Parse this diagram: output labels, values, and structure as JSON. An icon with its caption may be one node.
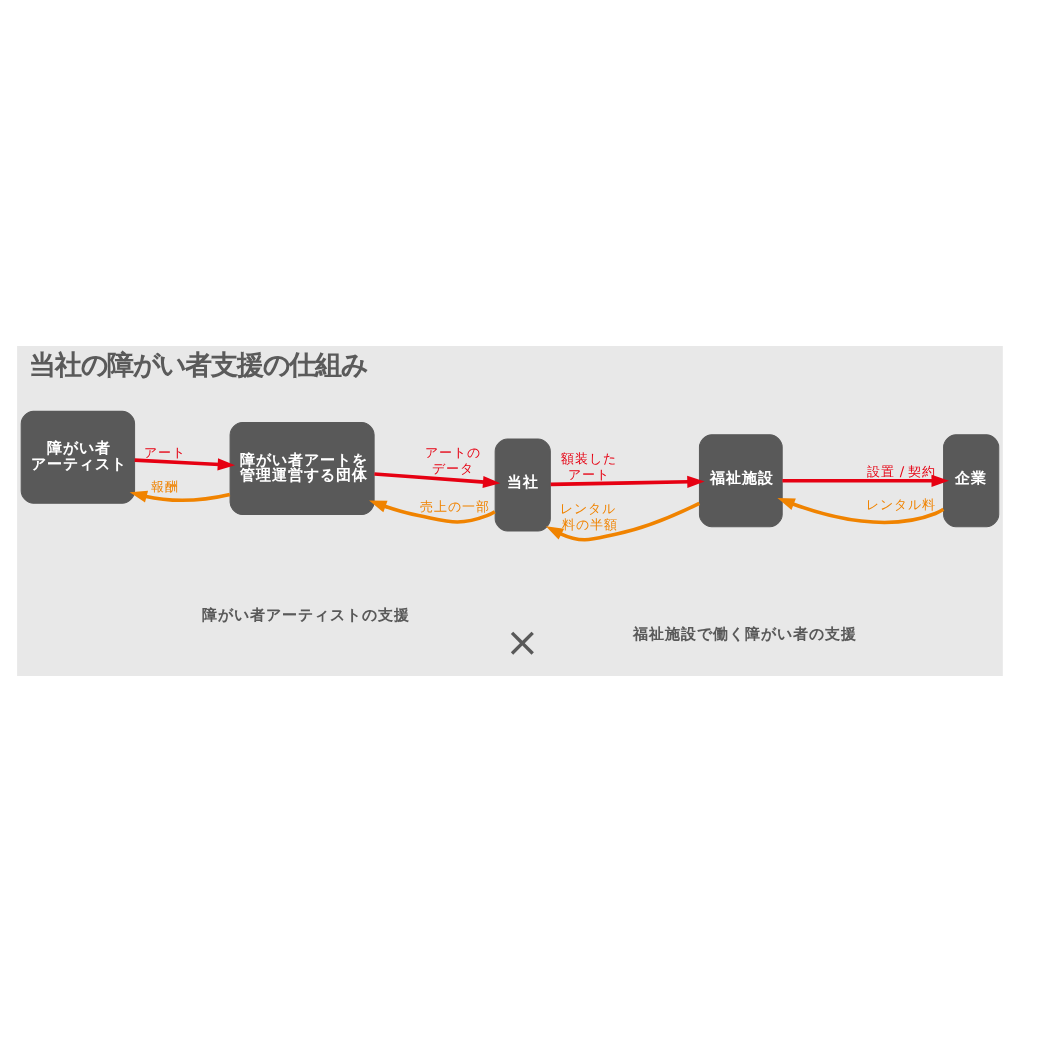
{
  "diagram": {
    "title": "当社の障がい者支援の仕組み",
    "nodes": [
      {
        "text": [
          "障がい者アーティスト"
        ]
      },
      {
        "text": [
          "障がい者アートを管理運営する団体"
        ]
      },
      {
        "text": [
          "当社"
        ]
      },
      {
        "text": [
          "福祉施設"
        ]
      },
      {
        "text": [
          "企業"
        ]
      }
    ],
    "edges": [
      {
        "from": 0,
        "to": 1,
        "arrow": "to",
        "label": "アート",
        "color": "#e60012"
      },
      {
        "from": 1,
        "to": 2,
        "arrow": "to",
        "label": "アートのデータ",
        "color": "#e60012"
      },
      {
        "from": 2,
        "to": 3,
        "arrow": "to",
        "label": "額装したアート",
        "color": "#e60012"
      },
      {
        "from": 3,
        "to": 4,
        "arrow": "to",
        "label": "設置 / 契約",
        "color": "#e60012"
      },
      {
        "from": 1,
        "to": 0,
        "arrow": "to",
        "label": "報酬",
        "color": "#f08300"
      },
      {
        "from": 2,
        "to": 1,
        "arrow": "to",
        "label": "売上の一部",
        "color": "#f08300"
      },
      {
        "from": 3,
        "to": 2,
        "arrow": "to",
        "label": "レンタル料の半額",
        "color": "#f08300"
      },
      {
        "from": 4,
        "to": 3,
        "arrow": "to",
        "label": "レンタル料",
        "color": "#f08300"
      }
    ],
    "labels": [
      "障がい者アーティストの支援",
      "×",
      "福祉施設で働く障がい者の支援"
    ]
  }
}
